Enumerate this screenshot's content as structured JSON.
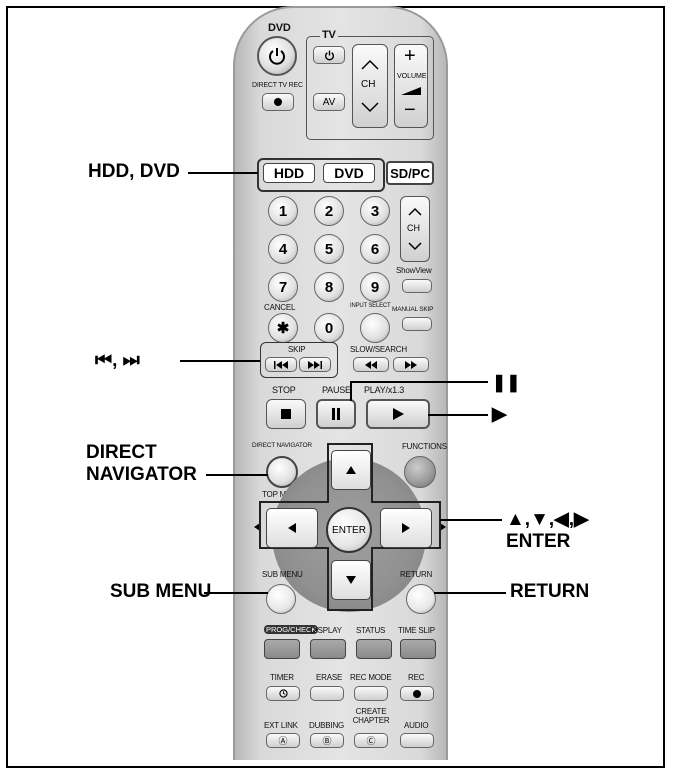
{
  "remote": {
    "dvd_label": "DVD",
    "tv_label": "TV",
    "direct_tv_rec": "DIRECT TV REC",
    "av": "AV",
    "ch": "CH",
    "volume": "VOLUME",
    "plus": "+",
    "minus": "−",
    "hdd": "HDD",
    "dvd": "DVD",
    "sdpc": "SD/PC",
    "digits": [
      "1",
      "2",
      "3",
      "4",
      "5",
      "6",
      "7",
      "8",
      "9",
      "0"
    ],
    "asterisk": "✱",
    "cancel": "CANCEL",
    "showview": "ShowView",
    "input_select": "INPUT SELECT",
    "manual_skip": "MANUAL SKIP",
    "skip": "SKIP",
    "slow_search": "SLOW/SEARCH",
    "stop": "STOP",
    "pause": "PAUSE",
    "play": "PLAY/x1.3",
    "direct_navigator": "DIRECT NAVIGATOR",
    "functions": "FUNCTIONS",
    "top_menu": "TOP MENU",
    "enter": "ENTER",
    "sub_menu": "SUB MENU",
    "return": "RETURN",
    "prog_check": "PROG/CHECK",
    "display": "DISPLAY",
    "status": "STATUS",
    "time_slip": "TIME SLIP",
    "timer": "TIMER",
    "erase": "ERASE",
    "rec_mode": "REC MODE",
    "rec": "REC",
    "ext_link": "EXT LINK",
    "dubbing": "DUBBING",
    "create_chapter": "CREATE CHAPTER",
    "audio": "AUDIO",
    "ext_link_mark": "Ⓐ",
    "dubbing_mark": "Ⓑ",
    "create_chapter_mark": "Ⓒ"
  },
  "callouts": {
    "hdd_dvd": "HDD, DVD",
    "skip": "⏮, ⏭",
    "pause": "❚❚",
    "play": "▶",
    "direct_navigator_1": "DIRECT",
    "direct_navigator_2": "NAVIGATOR",
    "cursor": "▲,▼,◀,▶",
    "enter": "ENTER",
    "sub_menu": "SUB MENU",
    "return": "RETURN"
  }
}
